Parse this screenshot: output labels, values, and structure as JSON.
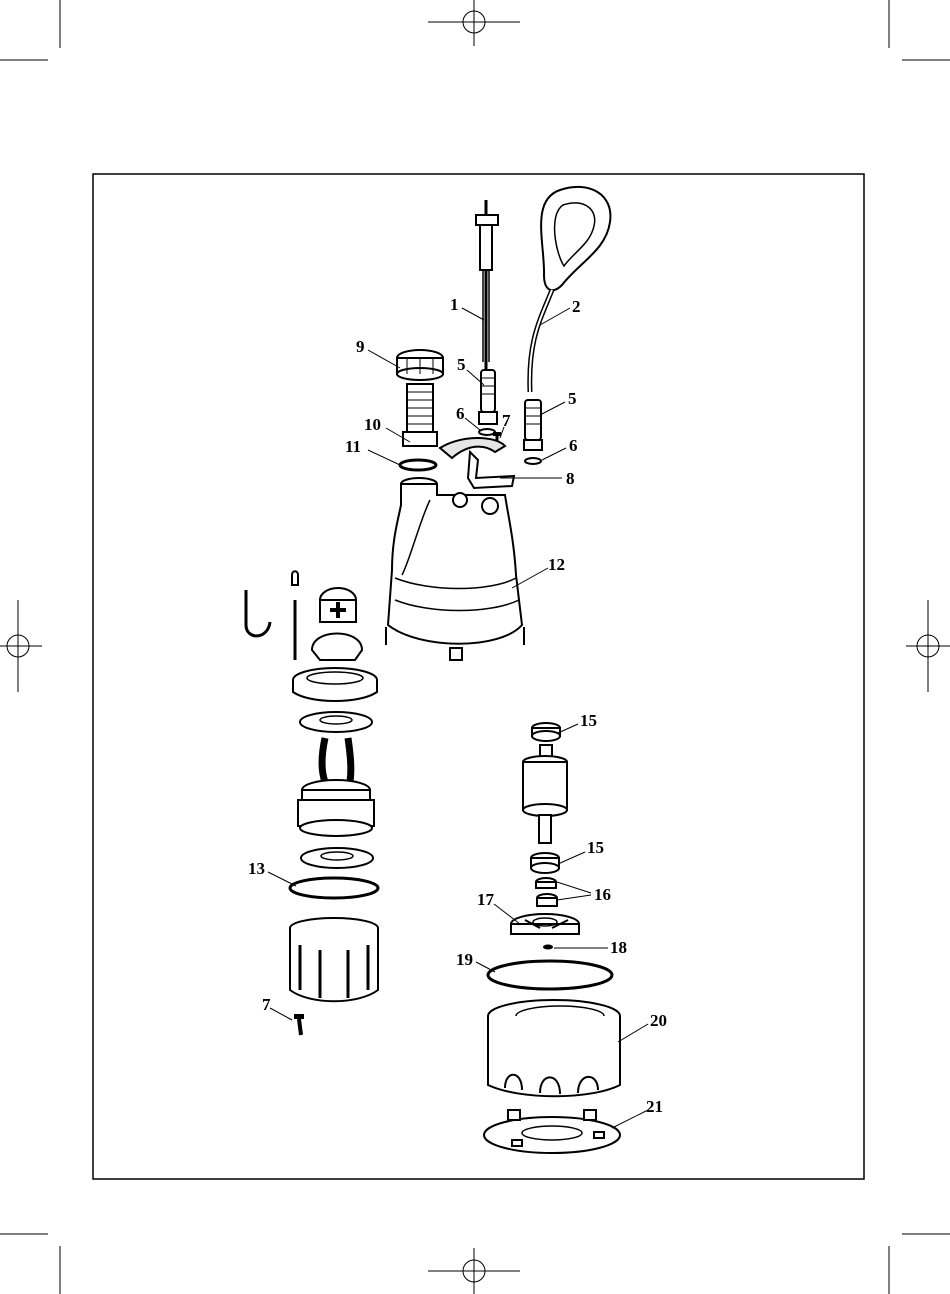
{
  "diagram": {
    "labels": [
      {
        "id": "p1",
        "text": "1"
      },
      {
        "id": "p2",
        "text": "2"
      },
      {
        "id": "p5a",
        "text": "5"
      },
      {
        "id": "p5b",
        "text": "5"
      },
      {
        "id": "p6a",
        "text": "6"
      },
      {
        "id": "p6b",
        "text": "6"
      },
      {
        "id": "p7a",
        "text": "7"
      },
      {
        "id": "p8",
        "text": "8"
      },
      {
        "id": "p9",
        "text": "9"
      },
      {
        "id": "p10",
        "text": "10"
      },
      {
        "id": "p11",
        "text": "11"
      },
      {
        "id": "p12",
        "text": "12"
      },
      {
        "id": "p13",
        "text": "13"
      },
      {
        "id": "p7b",
        "text": "7"
      },
      {
        "id": "p15a",
        "text": "15"
      },
      {
        "id": "p15b",
        "text": "15"
      },
      {
        "id": "p16",
        "text": "16"
      },
      {
        "id": "p17",
        "text": "17"
      },
      {
        "id": "p18",
        "text": "18"
      },
      {
        "id": "p19",
        "text": "19"
      },
      {
        "id": "p20",
        "text": "20"
      },
      {
        "id": "p21",
        "text": "21"
      }
    ]
  }
}
